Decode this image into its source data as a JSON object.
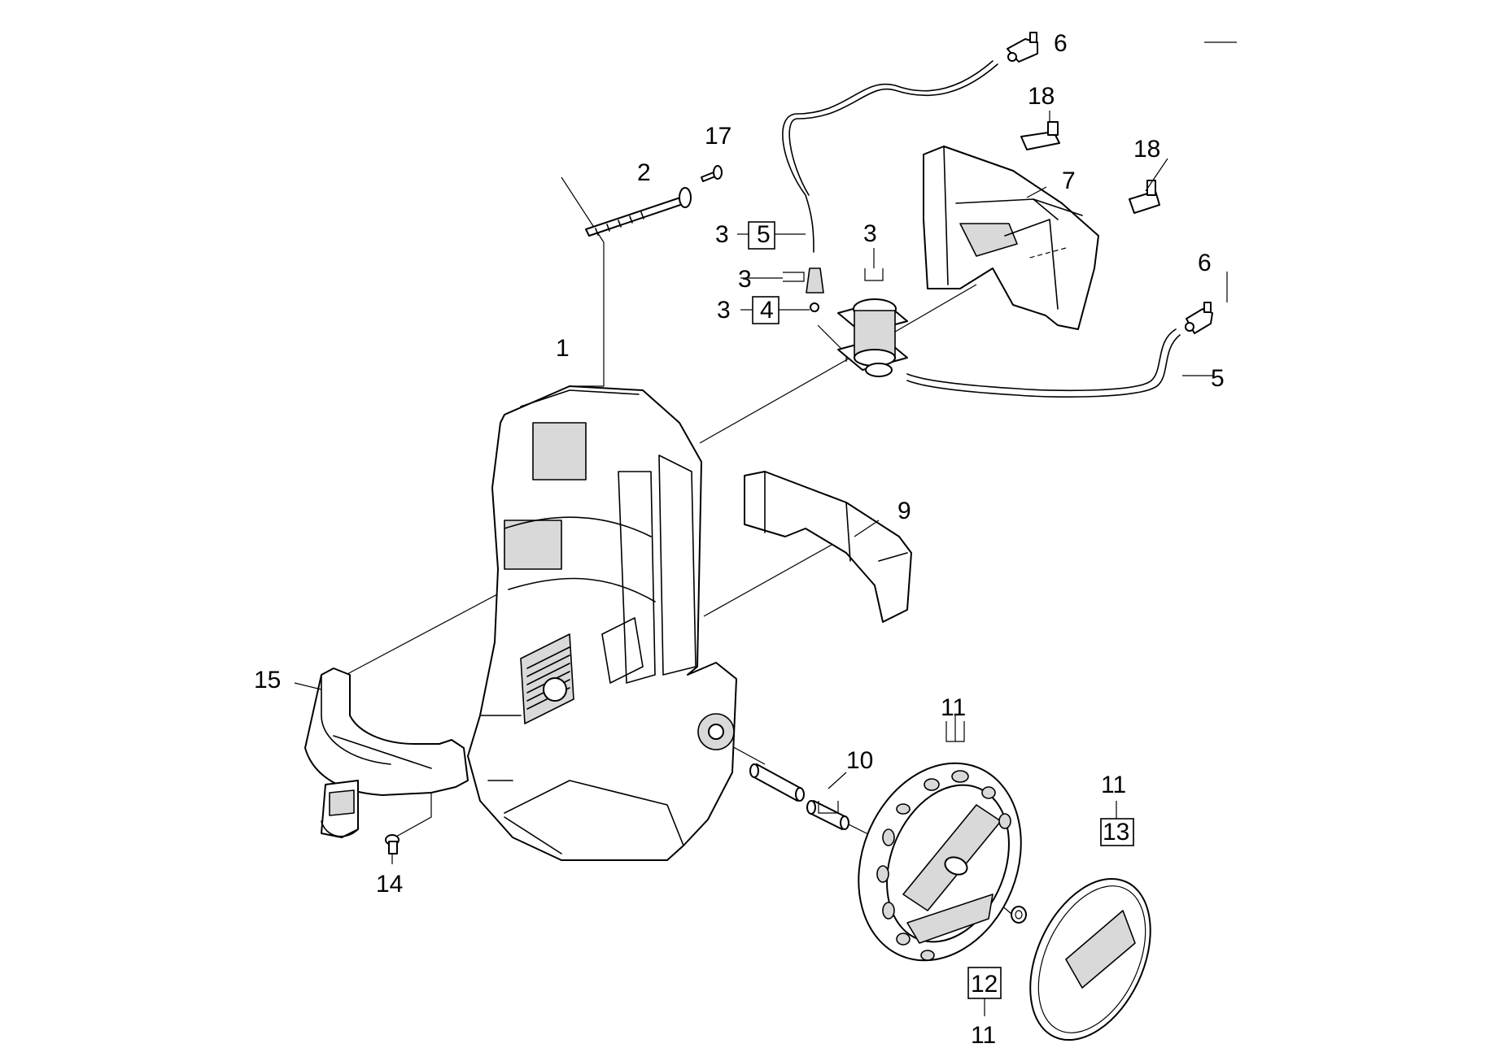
{
  "labels": {
    "l1": "1",
    "l2": "2",
    "l3a": "3",
    "l3b": "3",
    "l3c": "3",
    "l3d": "3",
    "l4": "4",
    "l5a": "5",
    "l5b": "5",
    "l6a": "6",
    "l6b": "6",
    "l7": "7",
    "l9": "9",
    "l10": "10",
    "l11a": "11",
    "l11b": "11",
    "l11c": "11",
    "l12": "12",
    "l13": "13",
    "l14": "14",
    "l15": "15",
    "l17": "17",
    "l18a": "18",
    "l18b": "18"
  }
}
